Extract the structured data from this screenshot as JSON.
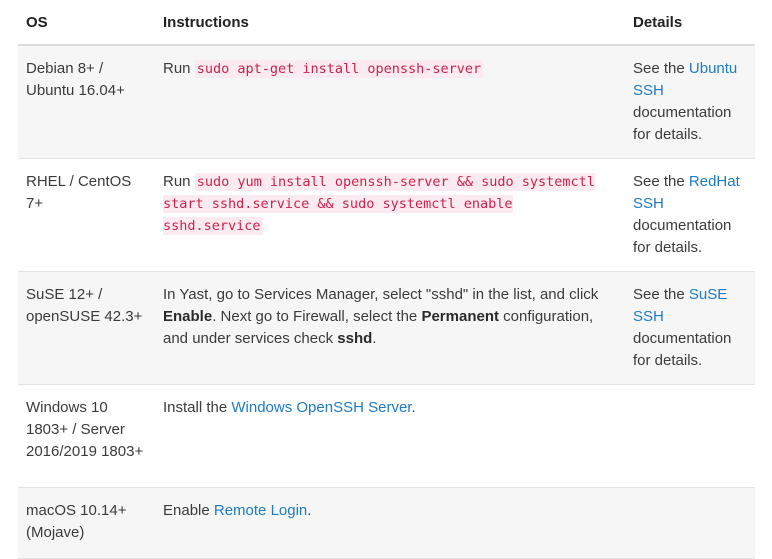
{
  "clipped_top_text": "",
  "table": {
    "headers": {
      "os": "OS",
      "instructions": "Instructions",
      "details": "Details"
    },
    "rows": [
      {
        "os": "Debian 8+ / Ubuntu 16.04+",
        "instructions": {
          "prefix": "Run ",
          "code": "sudo apt-get install openssh-server",
          "suffix": ""
        },
        "details": {
          "prefix": "See the ",
          "link": "Ubuntu SSH",
          "suffix": " documentation for details."
        }
      },
      {
        "os": "RHEL / CentOS 7+",
        "instructions": {
          "prefix": "Run ",
          "code": "sudo yum install openssh-server && sudo systemctl start sshd.service && sudo systemctl enable sshd.service",
          "suffix": ""
        },
        "details": {
          "prefix": "See the ",
          "link": "RedHat SSH",
          "suffix": " documentation for details."
        }
      },
      {
        "os": "SuSE 12+ / openSUSE 42.3+",
        "instructions": {
          "segment_1": "In Yast, go to Services Manager, select \"sshd\" in the list, and click ",
          "bold_1": "Enable",
          "segment_2": ". Next go to Firewall, select the ",
          "bold_2": "Permanent",
          "segment_3": " configuration, and under services check ",
          "bold_3": "sshd",
          "segment_4": "."
        },
        "details": {
          "prefix": "See the ",
          "link": "SuSE SSH",
          "suffix": " documentation for details."
        }
      },
      {
        "os": "Windows 10 1803+ / Server 2016/2019 1803+",
        "instructions": {
          "prefix": "Install the ",
          "link": "Windows OpenSSH Server",
          "suffix": "."
        },
        "details": {
          "text": ""
        }
      },
      {
        "os": "macOS 10.14+ (Mojave)",
        "instructions": {
          "prefix": "Enable ",
          "link": "Remote Login",
          "suffix": "."
        },
        "details": {
          "text": ""
        }
      }
    ]
  },
  "colors": {
    "link": "#1f7bc1",
    "code_text": "#c7254e",
    "code_bg": "#fbeaef",
    "row_shaded": "#f6f6f6",
    "border": "#e3e3e3",
    "header_border": "#dcdcdc"
  }
}
